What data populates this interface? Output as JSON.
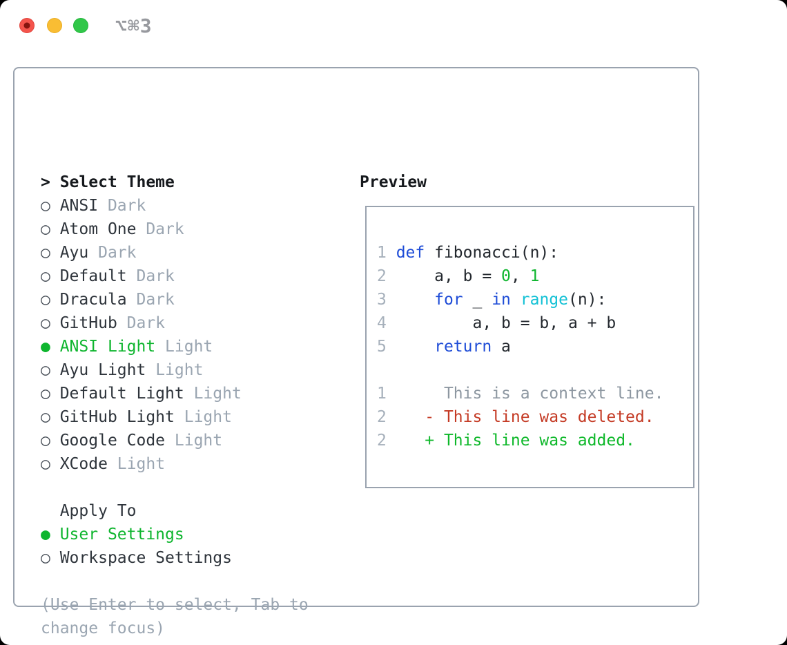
{
  "window": {
    "shortcut": "⌥⌘3"
  },
  "theme_selector": {
    "cursor": ">",
    "title": "Select Theme",
    "marker_selected": "●",
    "marker_unselected": "○",
    "items": [
      {
        "name": "ANSI",
        "variant": "Dark",
        "selected": false
      },
      {
        "name": "Atom One",
        "variant": "Dark",
        "selected": false
      },
      {
        "name": "Ayu",
        "variant": "Dark",
        "selected": false
      },
      {
        "name": "Default",
        "variant": "Dark",
        "selected": false
      },
      {
        "name": "Dracula",
        "variant": "Dark",
        "selected": false
      },
      {
        "name": "GitHub",
        "variant": "Dark",
        "selected": false
      },
      {
        "name": "ANSI Light",
        "variant": "Light",
        "selected": true
      },
      {
        "name": "Ayu Light",
        "variant": "Light",
        "selected": false
      },
      {
        "name": "Default Light",
        "variant": "Light",
        "selected": false
      },
      {
        "name": "GitHub Light",
        "variant": "Light",
        "selected": false
      },
      {
        "name": "Google Code",
        "variant": "Light",
        "selected": false
      },
      {
        "name": "XCode",
        "variant": "Light",
        "selected": false
      }
    ],
    "apply_to": {
      "title": "Apply To",
      "options": [
        {
          "label": "User Settings",
          "selected": true
        },
        {
          "label": "Workspace Settings",
          "selected": false
        }
      ]
    },
    "hints": [
      "(Use Enter to select, Tab to",
      "change focus)"
    ]
  },
  "preview": {
    "title": "Preview",
    "code_lines": [
      {
        "num": "1",
        "segments": [
          {
            "t": "def",
            "c": "kw"
          },
          {
            "t": " fibonacci(n):",
            "c": "code"
          }
        ]
      },
      {
        "num": "2",
        "segments": [
          {
            "t": "    a, b = ",
            "c": "code"
          },
          {
            "t": "0",
            "c": "lit"
          },
          {
            "t": ", ",
            "c": "code"
          },
          {
            "t": "1",
            "c": "lit"
          }
        ]
      },
      {
        "num": "3",
        "segments": [
          {
            "t": "    ",
            "c": "code"
          },
          {
            "t": "for",
            "c": "kw"
          },
          {
            "t": " _ ",
            "c": "code"
          },
          {
            "t": "in",
            "c": "kw"
          },
          {
            "t": " ",
            "c": "code"
          },
          {
            "t": "range",
            "c": "fn"
          },
          {
            "t": "(n):",
            "c": "code"
          }
        ]
      },
      {
        "num": "4",
        "segments": [
          {
            "t": "        a, b = b, a + b",
            "c": "code"
          }
        ]
      },
      {
        "num": "5",
        "segments": [
          {
            "t": "    ",
            "c": "code"
          },
          {
            "t": "return",
            "c": "kw"
          },
          {
            "t": " a",
            "c": "code"
          }
        ]
      }
    ],
    "diff_lines": [
      {
        "num": "1",
        "kind": "context",
        "segments": [
          {
            "t": "     This is a context line.",
            "c": "ctx"
          }
        ]
      },
      {
        "num": "2",
        "kind": "deleted",
        "segments": [
          {
            "t": "   - This line was deleted.",
            "c": "del"
          }
        ]
      },
      {
        "num": "2",
        "kind": "added",
        "segments": [
          {
            "t": "   + This line was added.",
            "c": "add"
          }
        ]
      }
    ]
  },
  "colors": {
    "accent_green": "#0eb52e",
    "keyword_blue": "#1e4cd7",
    "function_cyan": "#13c1d5",
    "literal_green": "#0eb52e",
    "deleted_red": "#c43a24",
    "added_green": "#0eb82a",
    "muted_gray": "#9aa5b1",
    "context_gray": "#8d97a1",
    "border_gray": "#9aa3af",
    "traffic_red": "#f4544c",
    "traffic_yellow": "#f9bd33",
    "traffic_green": "#31c749"
  }
}
